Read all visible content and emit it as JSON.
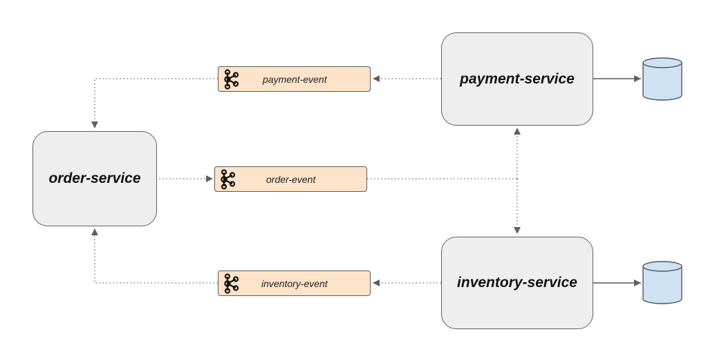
{
  "services": {
    "order": "order-service",
    "payment": "payment-service",
    "inventory": "inventory-service"
  },
  "topics": {
    "payment": "payment-event",
    "order": "order-event",
    "inventory": "inventory-event"
  },
  "icons": {
    "topic": "kafka-icon",
    "database": "database-icon"
  },
  "colors": {
    "service_fill": "#eeeeee",
    "topic_fill": "#fde3c9",
    "database_fill": "#cfe2f3",
    "line": "#5f5f5f"
  }
}
